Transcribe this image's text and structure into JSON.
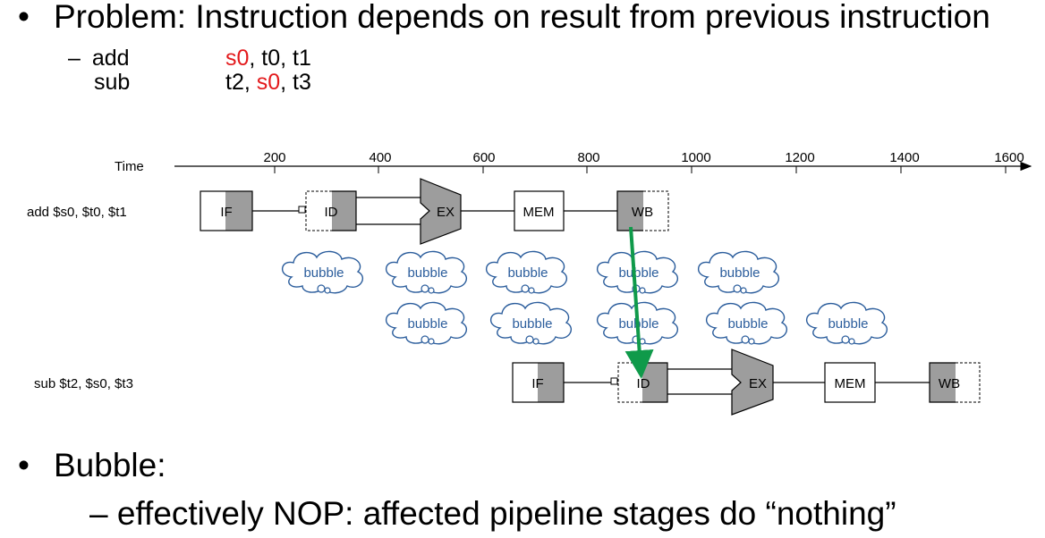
{
  "slide": {
    "bullet1": "Problem: Instruction depends on result from previous instruction",
    "code": {
      "dash": "–",
      "line1_op": "add",
      "line1_dest": "s0",
      "line1_rest": ", t0, t1",
      "line2_op": "sub",
      "line2_first": "t2, ",
      "line2_src": "s0",
      "line2_rest": ", t3"
    },
    "bullet2": "Bubble:",
    "sub_bullet2": "– effectively NOP: affected pipeline stages do “nothing”"
  },
  "diagram": {
    "time_label": "Time",
    "ticks": [
      "200",
      "400",
      "600",
      "800",
      "1000",
      "1200",
      "1400",
      "1600"
    ],
    "instructions": [
      {
        "label": "add $s0, $t0, $t1",
        "stages": [
          "IF",
          "ID",
          "EX",
          "MEM",
          "WB"
        ]
      },
      {
        "label": "sub $t2, $s0, $t3",
        "stages": [
          "IF",
          "ID",
          "EX",
          "MEM",
          "WB"
        ]
      }
    ],
    "bubble_text": "bubble",
    "bubble_rows": [
      5,
      5
    ],
    "arrow_color": "#0f9a4a",
    "highlight_color": "#e31a1c",
    "stage_fill": "#9d9d9d"
  }
}
